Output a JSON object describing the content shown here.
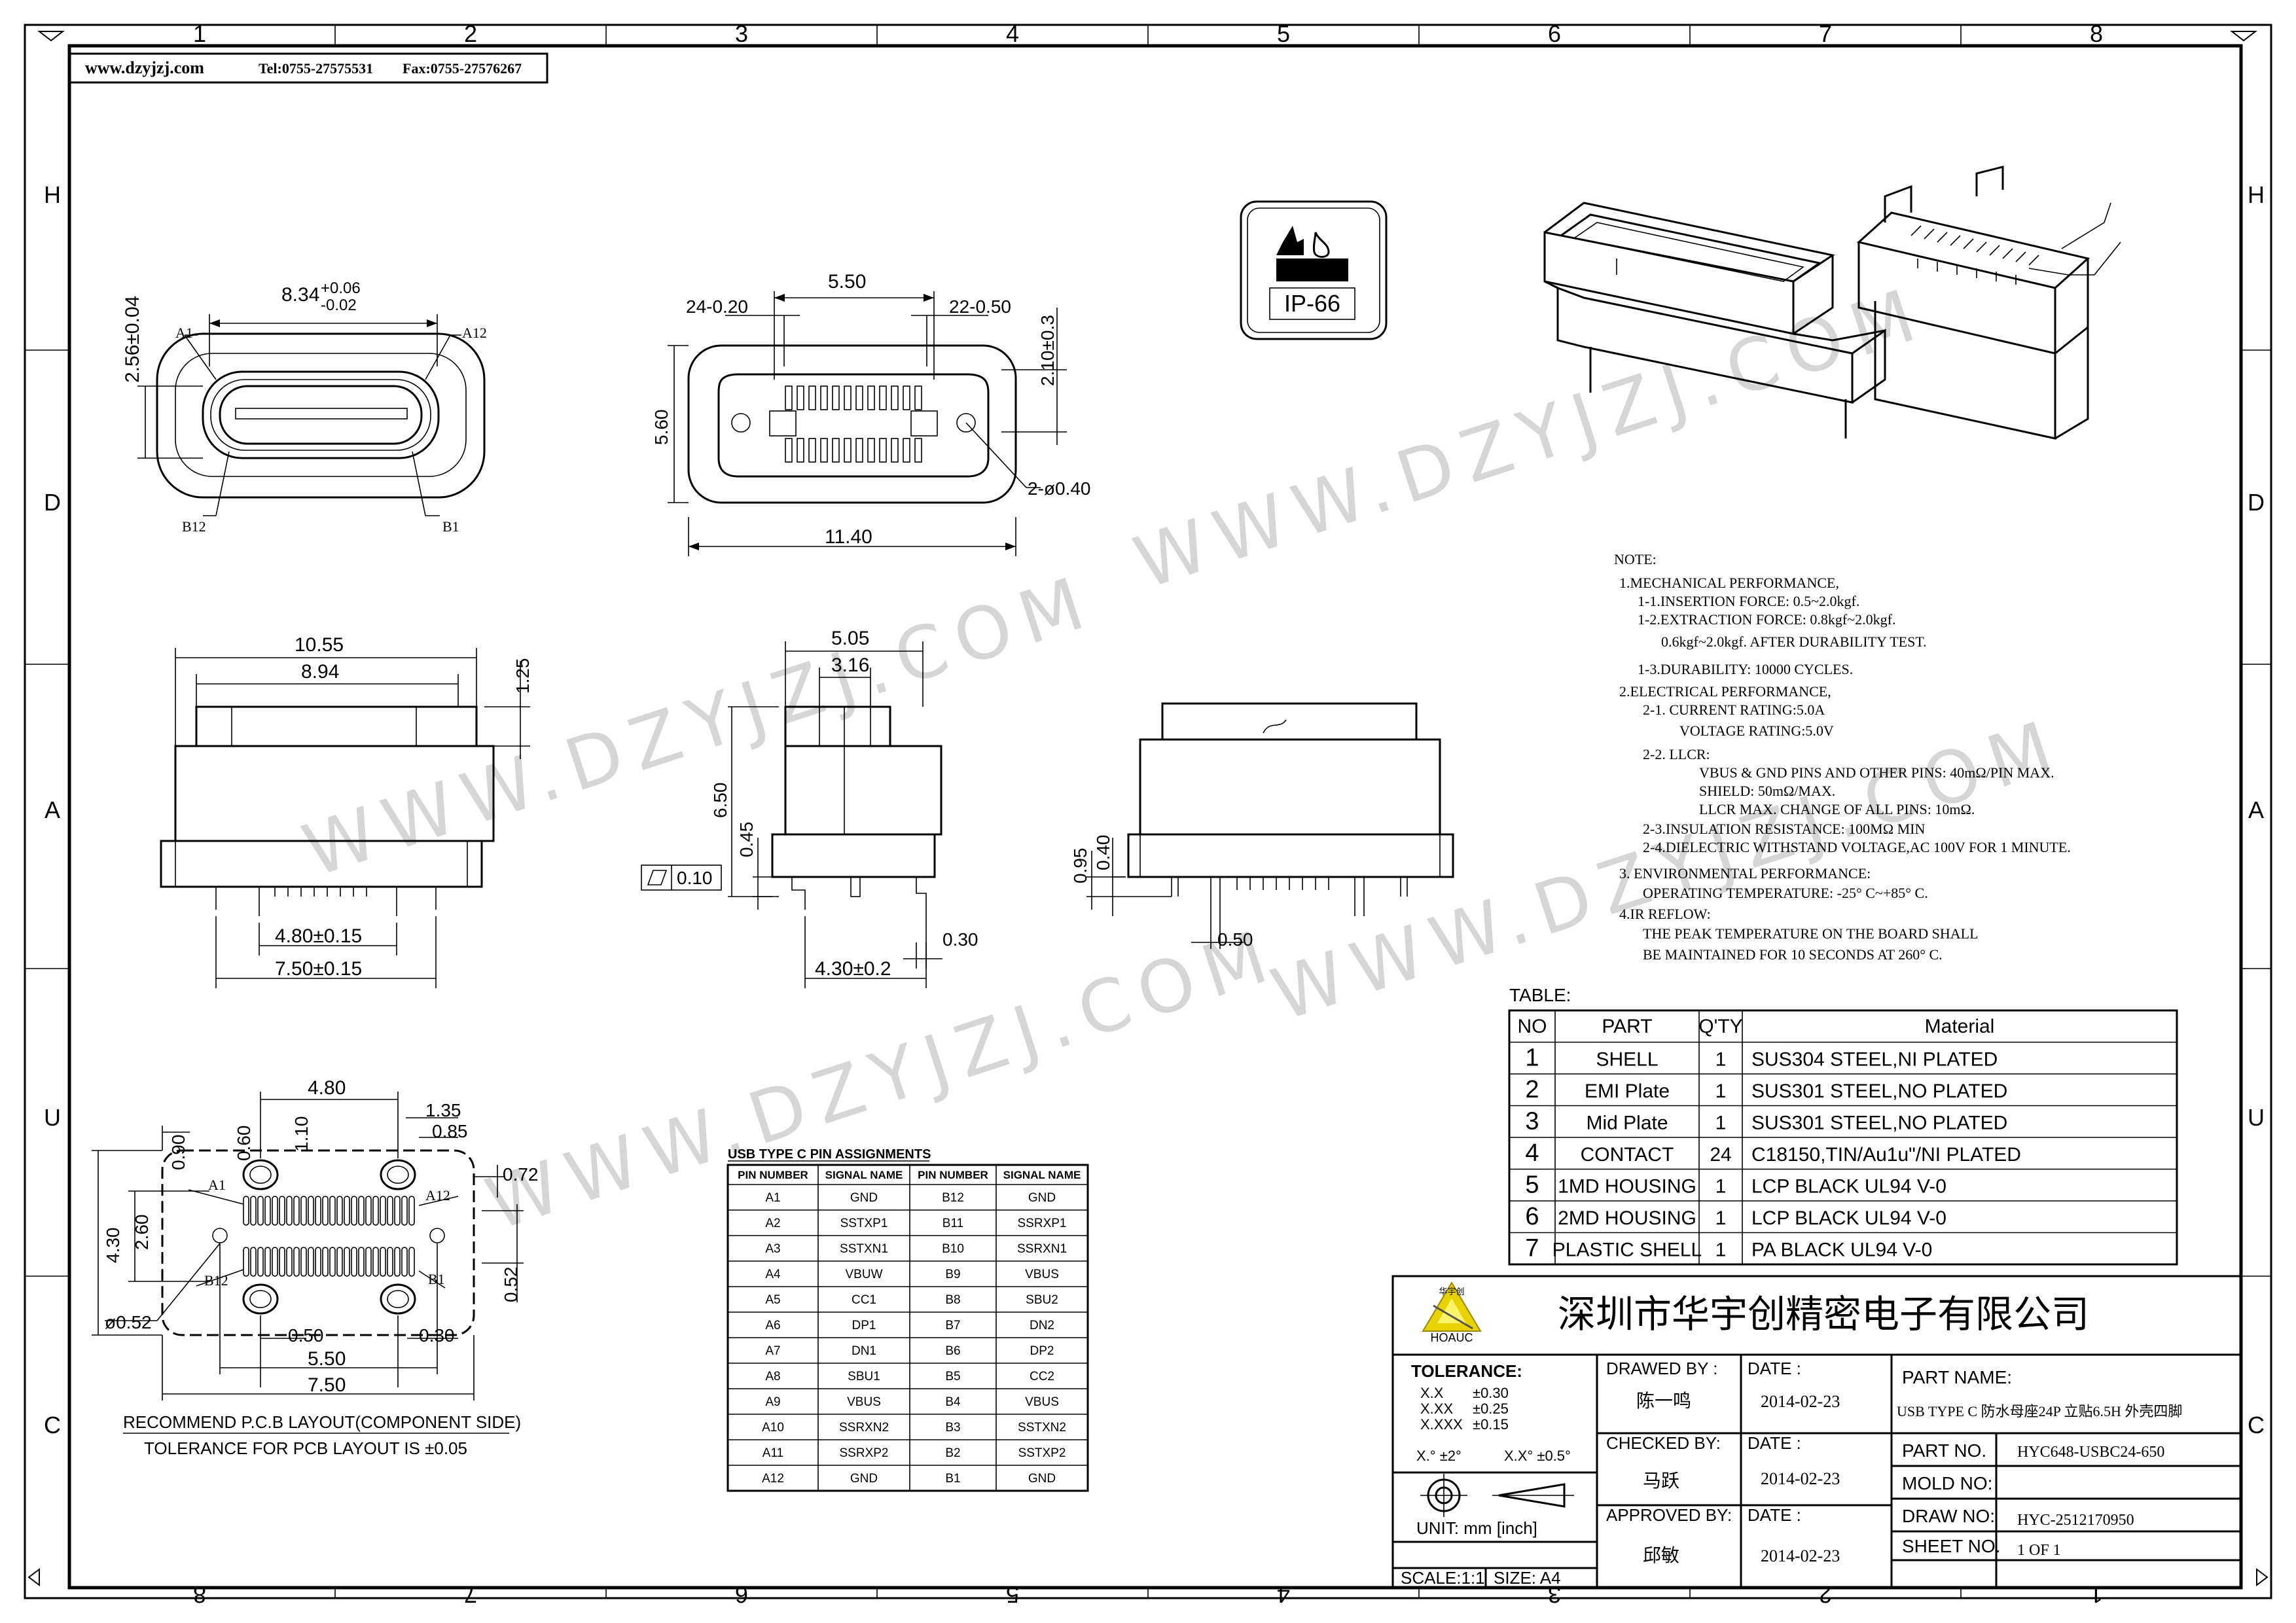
{
  "header_bar": {
    "website": "www.dzyjzj.com",
    "tel": "Tel:0755-27575531",
    "fax": "Fax:0755-27576267"
  },
  "border": {
    "cols_top": [
      "1",
      "2",
      "3",
      "4",
      "5",
      "6",
      "7",
      "8"
    ],
    "cols_bottom": [
      "8",
      "7",
      "6",
      "5",
      "4",
      "3",
      "2",
      "1"
    ],
    "rows_left": [
      "H",
      "D",
      "A",
      "U",
      "C"
    ],
    "rows_right": [
      "H",
      "D",
      "A",
      "U",
      "C"
    ]
  },
  "watermark": {
    "text": "WWW.DZYJZJ.COM"
  },
  "ip_badge": {
    "label": "IP-66"
  },
  "front_view": {
    "width": "8.34",
    "tol_plus": "+0.06",
    "tol_minus": "-0.02",
    "height": "2.56±0.04",
    "pin_a1": "A1",
    "pin_a12": "A12",
    "pin_b12": "B12",
    "pin_b1": "B1"
  },
  "top_view": {
    "d_5_50": "5.50",
    "d_24": "24-0.20",
    "d_22": "22-0.50",
    "d_2_10": "2.10±0.3",
    "d_5_60": "5.60",
    "d_holes": "2-ø0.40",
    "d_11_40": "11.40"
  },
  "side_view_1": {
    "d_10_55": "10.55",
    "d_8_94": "8.94",
    "d_1_25": "1.25",
    "d_4_80": "4.80±0.15",
    "d_7_50": "7.50±0.15"
  },
  "side_view_2": {
    "d_5_05": "5.05",
    "d_3_16": "3.16",
    "d_6_50": "6.50",
    "d_0_45": "0.45",
    "flatness": "0.10",
    "d_0_30": "0.30",
    "d_4_30": "4.30±0.2"
  },
  "side_view_3": {
    "d_0_95": "0.95",
    "d_0_40": "0.40",
    "d_0_50": "0.50"
  },
  "pcb_layout": {
    "d_4_80": "4.80",
    "d_1_35": "1.35",
    "d_0_85": "0.85",
    "d_0_90": "0.90",
    "d_0_60": "0.60",
    "d_1_10": "1.10",
    "d_0_72": "0.72",
    "d_4_30": "4.30",
    "d_2_60": "2.60",
    "d_0_52r": "0.52",
    "d_052d": "ø0.52",
    "d_0_50": "0.50",
    "d_0_30": "0.30",
    "d_5_50": "5.50",
    "d_7_50": "7.50",
    "pin_a1": "A1",
    "pin_a12": "A12",
    "pin_b12": "B12",
    "pin_b1": "B1",
    "caption": "RECOMMEND P.C.B LAYOUT(COMPONENT SIDE)",
    "tolerance": "TOLERANCE FOR PCB LAYOUT IS ±0.05"
  },
  "pin_table": {
    "title": "USB TYPE C PIN ASSIGNMENTS",
    "headers": [
      "PIN NUMBER",
      "SIGNAL NAME",
      "PIN NUMBER",
      "SIGNAL NAME"
    ],
    "rows": [
      [
        "A1",
        "GND",
        "B12",
        "GND"
      ],
      [
        "A2",
        "SSTXP1",
        "B11",
        "SSRXP1"
      ],
      [
        "A3",
        "SSTXN1",
        "B10",
        "SSRXN1"
      ],
      [
        "A4",
        "VBUW",
        "B9",
        "VBUS"
      ],
      [
        "A5",
        "CC1",
        "B8",
        "SBU2"
      ],
      [
        "A6",
        "DP1",
        "B7",
        "DN2"
      ],
      [
        "A7",
        "DN1",
        "B6",
        "DP2"
      ],
      [
        "A8",
        "SBU1",
        "B5",
        "CC2"
      ],
      [
        "A9",
        "VBUS",
        "B4",
        "VBUS"
      ],
      [
        "A10",
        "SSRXN2",
        "B3",
        "SSTXN2"
      ],
      [
        "A11",
        "SSRXP2",
        "B2",
        "SSTXP2"
      ],
      [
        "A12",
        "GND",
        "B1",
        "GND"
      ]
    ]
  },
  "notes": [
    "NOTE:",
    "1.MECHANICAL PERFORMANCE,",
    "1-1.INSERTION FORCE: 0.5~2.0kgf.",
    "1-2.EXTRACTION FORCE: 0.8kgf~2.0kgf.",
    "0.6kgf~2.0kgf. AFTER DURABILITY TEST.",
    "1-3.DURABILITY: 10000 CYCLES.",
    "2.ELECTRICAL PERFORMANCE,",
    "2-1. CURRENT RATING:5.0A",
    "VOLTAGE RATING:5.0V",
    "2-2. LLCR:",
    "VBUS & GND PINS AND OTHER PINS: 40mΩ/PIN MAX.",
    "SHIELD: 50mΩ/MAX.",
    "LLCR MAX. CHANGE OF ALL PINS: 10mΩ.",
    "2-3.INSULATION RESISTANCE: 100MΩ  MIN",
    "2-4.DIELECTRIC WITHSTAND VOLTAGE,AC 100V FOR 1 MINUTE.",
    "3. ENVIRONMENTAL PERFORMANCE:",
    "OPERATING TEMPERATURE: -25° C~+85° C.",
    "4.IR REFLOW:",
    "THE PEAK TEMPERATURE ON THE BOARD SHALL",
    "BE MAINTAINED FOR 10 SECONDS AT 260° C."
  ],
  "bom": {
    "title": "TABLE:",
    "headers": [
      "NO",
      "PART",
      "Q'TY",
      "Material"
    ],
    "rows": [
      [
        "1",
        "SHELL",
        "1",
        "SUS304  STEEL,NI  PLATED"
      ],
      [
        "2",
        "EMI Plate",
        "1",
        "SUS301  STEEL,NO  PLATED"
      ],
      [
        "3",
        "Mid Plate",
        "1",
        "SUS301  STEEL,NO  PLATED"
      ],
      [
        "4",
        "CONTACT",
        "24",
        "C18150,TIN/Au1u\"/NI  PLATED"
      ],
      [
        "5",
        "1MD HOUSING",
        "1",
        "LCP  BLACK  UL94  V-0"
      ],
      [
        "6",
        "2MD HOUSING",
        "1",
        "LCP  BLACK  UL94  V-0"
      ],
      [
        "7",
        "PLASTIC SHELL",
        "1",
        "PA  BLACK  UL94  V-0"
      ]
    ]
  },
  "title_block": {
    "logo_cn": "华宇创",
    "logo_en": "HOAUC",
    "company": "深圳市华宇创精密电子有限公司",
    "tolerance_label": "TOLERANCE:",
    "tol_x": "X.X",
    "tol_x_val": "±0.30",
    "tol_xx": "X.XX",
    "tol_xx_val": "±0.25",
    "tol_xxx": "X.XXX",
    "tol_xxx_val": "±0.15",
    "tol_ang1": "X.° ±2°",
    "tol_ang2": "X.X° ±0.5°",
    "unit": "UNIT:  mm  [inch]",
    "scale": "SCALE:1:1",
    "size": "SIZE: A4",
    "drawn_by_label": "DRAWED BY :",
    "drawn_by": "陈一鸣",
    "checked_by_label": "CHECKED BY:",
    "checked_by": "马跃",
    "approved_by_label": "APPROVED BY:",
    "approved_by": "邱敏",
    "date_label": "DATE :",
    "date1": "2014-02-23",
    "date2": "2014-02-23",
    "date3": "2014-02-23",
    "part_name_label": "PART NAME:",
    "part_name": "USB TYPE C 防水母座24P 立贴6.5H 外壳四脚",
    "part_no_label": "PART NO.",
    "part_no": "HYC648-USBC24-650",
    "mold_no_label": "MOLD NO:",
    "mold_no": "",
    "draw_no_label": "DRAW NO:",
    "draw_no": "HYC-2512170950",
    "sheet_label": "SHEET NO.",
    "sheet": "1 OF 1"
  }
}
